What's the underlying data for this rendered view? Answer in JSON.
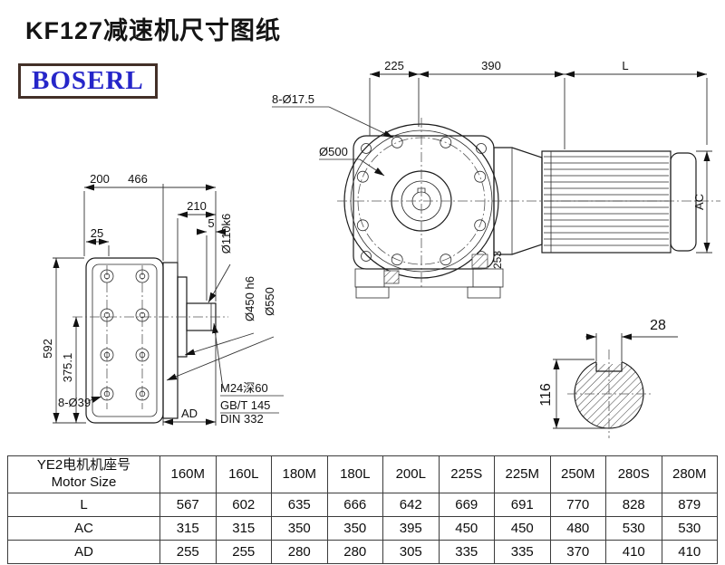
{
  "page": {
    "title": "KF127减速机尺寸图纸",
    "brand": "BOSERL"
  },
  "side_view": {
    "dim_width_1": "200",
    "dim_width_2": "466",
    "dim_210": "210",
    "dim_5": "5",
    "dim_25": "25",
    "dim_height": "592",
    "dim_shaft_center": "375.1",
    "holes_label": "8-Ø39",
    "dim_ad": "AD",
    "shaft_dia": "Ø110k6",
    "spigot_dia": "Ø450 h6",
    "flange_dia": "Ø550",
    "tap_label": "M24深60",
    "std_1": "GB/T 145",
    "std_2": "DIN 332"
  },
  "front_view": {
    "dim_225": "225",
    "dim_390": "390",
    "dim_l": "L",
    "dim_ac": "AC",
    "holes_label": "8-Ø17.5",
    "flange_dia": "Ø500",
    "dim_253": "253"
  },
  "shaft_section": {
    "key_width": "28",
    "shaft_height": "116"
  },
  "table": {
    "row_header_cn": "YE2电机机座号",
    "row_header_en": "Motor Size",
    "columns": [
      "160M",
      "160L",
      "180M",
      "180L",
      "200L",
      "225S",
      "225M",
      "250M",
      "280S",
      "280M"
    ],
    "rows": [
      {
        "label": "L",
        "values": [
          "567",
          "602",
          "635",
          "666",
          "642",
          "669",
          "691",
          "770",
          "828",
          "879"
        ]
      },
      {
        "label": "AC",
        "values": [
          "315",
          "315",
          "350",
          "350",
          "395",
          "450",
          "450",
          "480",
          "530",
          "530"
        ]
      },
      {
        "label": "AD",
        "values": [
          "255",
          "255",
          "280",
          "280",
          "305",
          "335",
          "335",
          "370",
          "410",
          "410"
        ]
      }
    ]
  }
}
